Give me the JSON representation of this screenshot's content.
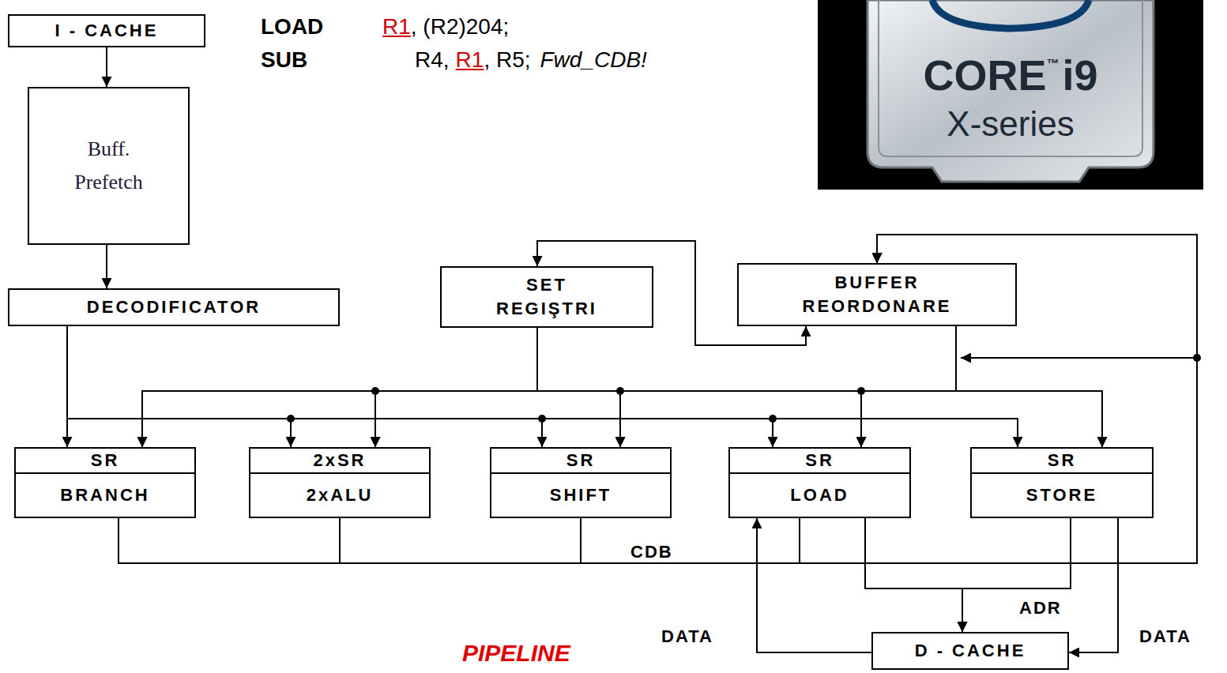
{
  "diagram": {
    "nodes": [
      {
        "text": [
          "I - CACHE"
        ]
      },
      {
        "text": [
          "Buff. Prefetch"
        ]
      },
      {
        "text": [
          "DECODIFICATOR"
        ]
      },
      {
        "text": [
          "SET REGIŞTRI"
        ]
      },
      {
        "text": [
          "BUFFER REORDONARE"
        ]
      },
      {
        "text": [
          "SR",
          "BRANCH"
        ]
      },
      {
        "text": [
          "2xSR",
          "2xALU"
        ]
      },
      {
        "text": [
          "SR",
          "SHIFT"
        ]
      },
      {
        "text": [
          "SR",
          "LOAD"
        ]
      },
      {
        "text": [
          "SR",
          "STORE"
        ]
      },
      {
        "text": [
          "D - CACHE"
        ]
      }
    ],
    "edges": [
      {
        "from": 0,
        "to": 1,
        "arrow": "to"
      },
      {
        "from": 1,
        "to": 2,
        "arrow": "to"
      },
      {
        "from": 2,
        "to": 5,
        "arrow": "to"
      },
      {
        "from": 2,
        "to": 6,
        "arrow": "to"
      },
      {
        "from": 2,
        "to": 7,
        "arrow": "to"
      },
      {
        "from": 2,
        "to": 8,
        "arrow": "to"
      },
      {
        "from": 2,
        "to": 9,
        "arrow": "to"
      },
      {
        "from": 3,
        "to": 5,
        "arrow": "to"
      },
      {
        "from": 3,
        "to": 6,
        "arrow": "to"
      },
      {
        "from": 3,
        "to": 7,
        "arrow": "to"
      },
      {
        "from": 3,
        "to": 8,
        "arrow": "to"
      },
      {
        "from": 3,
        "to": 9,
        "arrow": "to"
      },
      {
        "from": 4,
        "to": 5,
        "arrow": "to"
      },
      {
        "from": 4,
        "to": 6,
        "arrow": "to"
      },
      {
        "from": 4,
        "to": 7,
        "arrow": "to"
      },
      {
        "from": 4,
        "to": 8,
        "arrow": "to"
      },
      {
        "from": 4,
        "to": 9,
        "arrow": "to"
      },
      {
        "from": 4,
        "to": 3,
        "arrow": "both"
      },
      {
        "from": 5,
        "to": 4,
        "arrow": "to"
      },
      {
        "from": 6,
        "to": 4,
        "arrow": "to"
      },
      {
        "from": 7,
        "to": 4,
        "arrow": "to"
      },
      {
        "from": 8,
        "to": 4,
        "arrow": "to"
      },
      {
        "from": 8,
        "to": 10,
        "arrow": "to"
      },
      {
        "from": 9,
        "to": 10,
        "arrow": "to"
      },
      {
        "from": 10,
        "to": 8,
        "label": "DATA",
        "arrow": "to"
      },
      {
        "from": 9,
        "to": 10,
        "label": "DATA",
        "arrow": "to"
      }
    ],
    "labels": [
      "LOAD",
      "R1",
      ", (R2)204;",
      "SUB",
      "R4,",
      "R1",
      ", R5;",
      "Fwd_CDB!",
      "CORE",
      "™",
      "i9",
      "X-series",
      "CDB",
      "ADR",
      "PIPELINE"
    ]
  }
}
